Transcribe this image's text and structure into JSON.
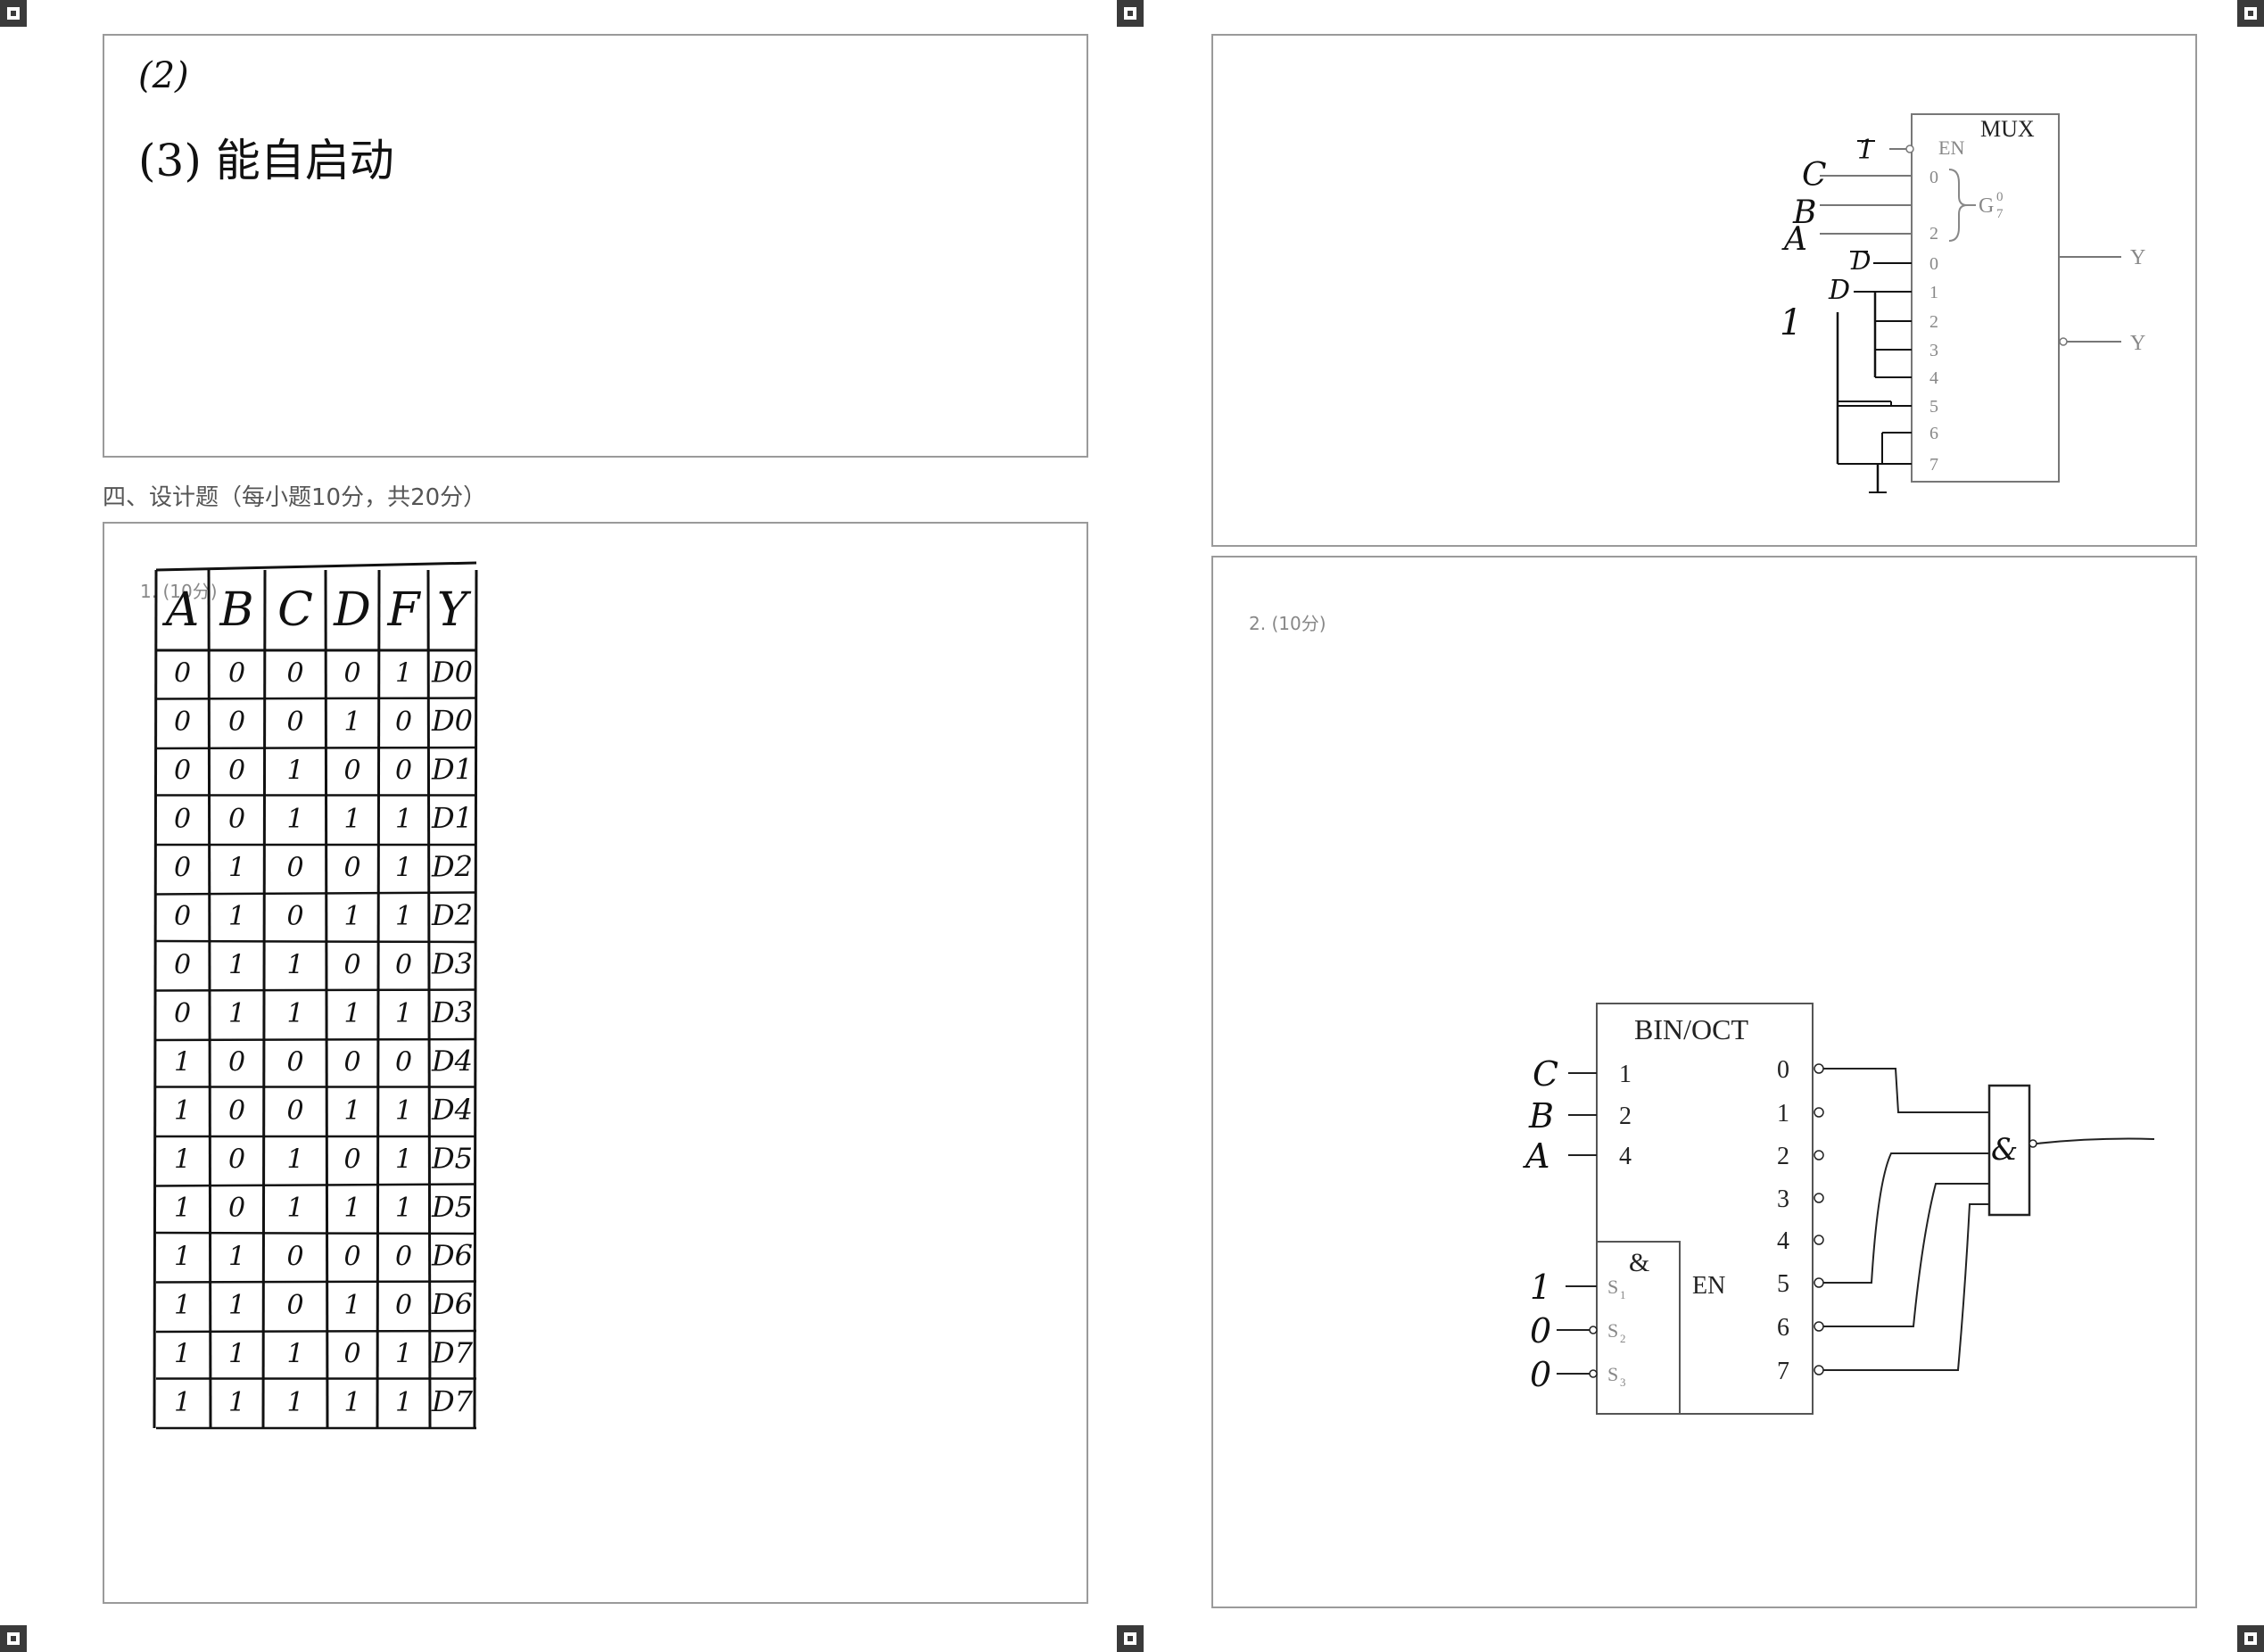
{
  "section_title": "四、设计题（每小题10分，共20分）",
  "top_left_answers": [
    "(2)",
    "(3) 能自启动"
  ],
  "q1": {
    "label": "1. (10分)",
    "headers": [
      "A",
      "B",
      "C",
      "D",
      "F",
      "Y"
    ],
    "rows": [
      [
        "0",
        "0",
        "0",
        "0",
        "1",
        "D0"
      ],
      [
        "0",
        "0",
        "0",
        "1",
        "0",
        "D0"
      ],
      [
        "0",
        "0",
        "1",
        "0",
        "0",
        "D1"
      ],
      [
        "0",
        "0",
        "1",
        "1",
        "1",
        "D1"
      ],
      [
        "0",
        "1",
        "0",
        "0",
        "1",
        "D2"
      ],
      [
        "0",
        "1",
        "0",
        "1",
        "1",
        "D2"
      ],
      [
        "0",
        "1",
        "1",
        "0",
        "0",
        "D3"
      ],
      [
        "0",
        "1",
        "1",
        "1",
        "1",
        "D3"
      ],
      [
        "1",
        "0",
        "0",
        "0",
        "0",
        "D4"
      ],
      [
        "1",
        "0",
        "0",
        "1",
        "1",
        "D4"
      ],
      [
        "1",
        "0",
        "1",
        "0",
        "1",
        "D5"
      ],
      [
        "1",
        "0",
        "1",
        "1",
        "1",
        "D5"
      ],
      [
        "1",
        "1",
        "0",
        "0",
        "0",
        "D6"
      ],
      [
        "1",
        "1",
        "0",
        "1",
        "0",
        "D6"
      ],
      [
        "1",
        "1",
        "1",
        "0",
        "1",
        "D7"
      ],
      [
        "1",
        "1",
        "1",
        "1",
        "1",
        "D7"
      ]
    ]
  },
  "mux": {
    "title": "MUX",
    "en": "EN",
    "g": "G",
    "g_sup": "0",
    "g_sub": "7",
    "sel_pins": [
      "0",
      "2"
    ],
    "data_pins": [
      "0",
      "1",
      "2",
      "3",
      "4",
      "5",
      "6",
      "7"
    ],
    "outputs": [
      "Y",
      "Y"
    ],
    "hand": {
      "en": "1",
      "c": "C",
      "b": "B",
      "a": "A",
      "dbar": "D",
      "d": "D",
      "one": "1"
    }
  },
  "q2": {
    "label": "2. (10分)",
    "decoder": {
      "title": "BIN/OCT",
      "inputs": [
        "1",
        "2",
        "4"
      ],
      "outputs": [
        "0",
        "1",
        "2",
        "3",
        "4",
        "5",
        "6",
        "7"
      ],
      "and": "&",
      "en": "EN",
      "s": "S",
      "s_subs": [
        "1",
        "2",
        "3"
      ],
      "hand_in": [
        "C",
        "B",
        "A"
      ],
      "hand_s": [
        "1",
        "0",
        "0"
      ],
      "gate": "&"
    }
  }
}
